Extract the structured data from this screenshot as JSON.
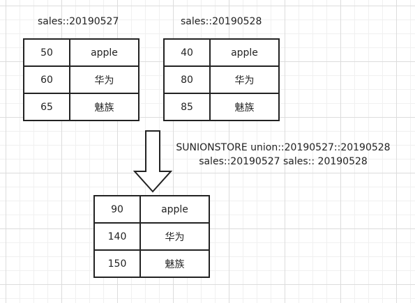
{
  "sets": [
    {
      "title": "sales::20190527",
      "rows": [
        {
          "score": "50",
          "member": "apple"
        },
        {
          "score": "60",
          "member": "华为"
        },
        {
          "score": "65",
          "member": "魅族"
        }
      ]
    },
    {
      "title": "sales::20190528",
      "rows": [
        {
          "score": "40",
          "member": "apple"
        },
        {
          "score": "80",
          "member": "华为"
        },
        {
          "score": "85",
          "member": "魅族"
        }
      ]
    }
  ],
  "command": {
    "line1": "SUNIONSTORE union::20190527::20190528",
    "line2": "sales::20190527 sales:: 20190528"
  },
  "result": {
    "rows": [
      {
        "score": "90",
        "member": "apple"
      },
      {
        "score": "140",
        "member": "华为"
      },
      {
        "score": "150",
        "member": "魅族"
      }
    ]
  }
}
